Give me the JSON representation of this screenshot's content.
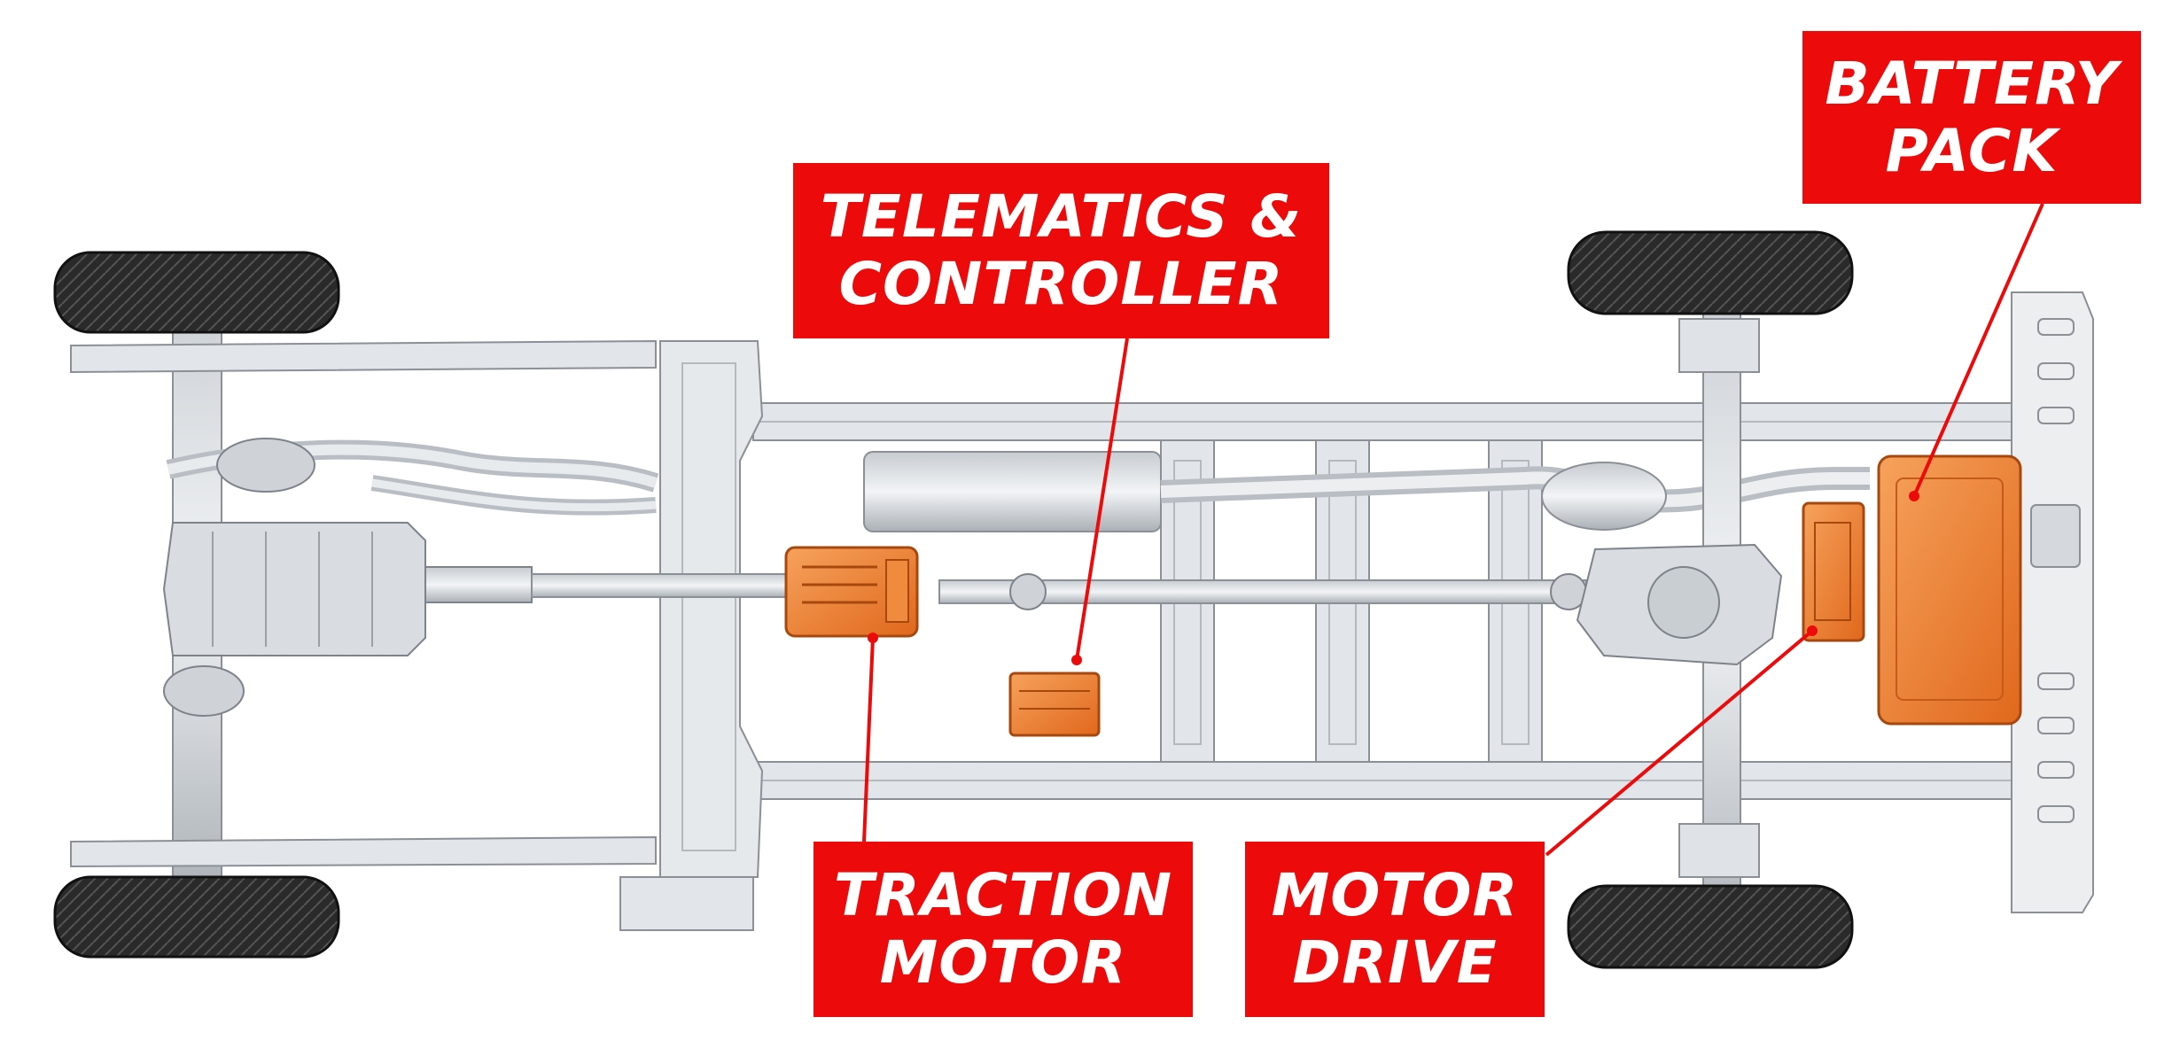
{
  "colors": {
    "callout_background": "#ec0a0a",
    "callout_text": "#ffffff",
    "component_highlight": "#ef7f2a",
    "frame": "#e2e6ea",
    "frame_outline": "#8a9096",
    "tire": "#262626"
  },
  "callouts": {
    "telematics": {
      "line1": "TELEMATICS &",
      "line2": "CONTROLLER"
    },
    "battery": {
      "line1": "BATTERY",
      "line2": "PACK"
    },
    "traction": {
      "line1": "TRACTION",
      "line2": "MOTOR"
    },
    "motor_drive": {
      "line1": "MOTOR",
      "line2": "DRIVE"
    }
  }
}
